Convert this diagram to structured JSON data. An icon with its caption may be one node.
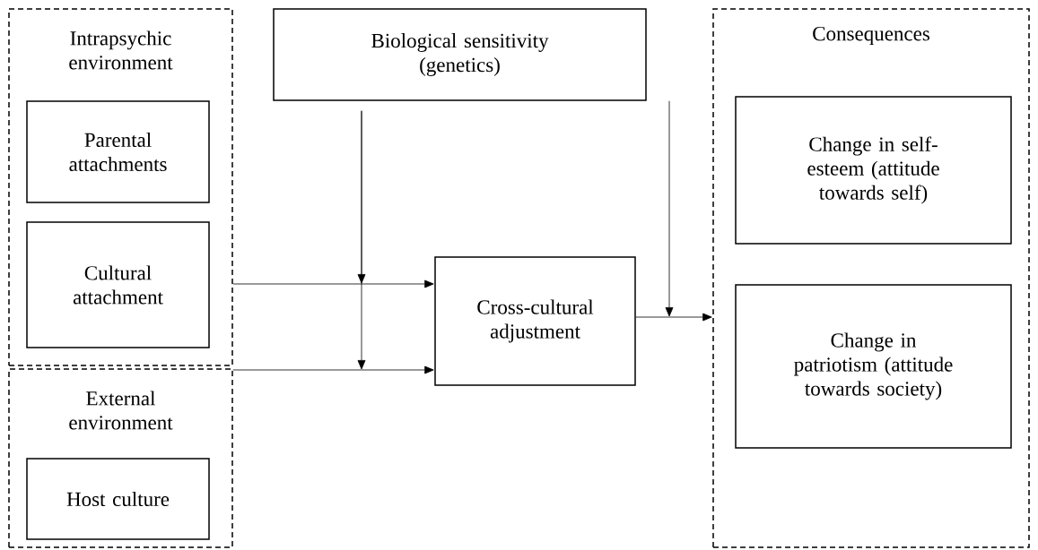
{
  "diagram": {
    "nodes": [
      {
        "text": [
          "Intrapsychic environment"
        ]
      },
      {
        "text": [
          "Parental attachments"
        ],
        "in": 0
      },
      {
        "text": [
          "Cultural attachment"
        ],
        "in": 0
      },
      {
        "text": [
          "External environment"
        ]
      },
      {
        "text": [
          "Host culture"
        ],
        "in": 3
      },
      {
        "text": [
          "Biological sensitivity (genetics)"
        ]
      },
      {
        "text": [
          "Cross-cultural adjustment"
        ]
      },
      {
        "text": [
          "Consequences"
        ]
      },
      {
        "text": [
          "Change in self-esteem (attitude towards self)"
        ],
        "in": 7
      },
      {
        "text": [
          "Change in patriotism (attitude towards society)"
        ],
        "in": 7
      }
    ],
    "edges": [
      {
        "from": 0,
        "to": 6,
        "arrow": "to"
      },
      {
        "from": 3,
        "to": 6,
        "arrow": "to"
      },
      {
        "from": 5,
        "to": null,
        "arrow": "to"
      },
      {
        "from": 5,
        "to": null,
        "arrow": "to"
      },
      {
        "from": 6,
        "to": 7,
        "arrow": "to"
      },
      {
        "from": 5,
        "to": null,
        "arrow": "to"
      }
    ]
  }
}
